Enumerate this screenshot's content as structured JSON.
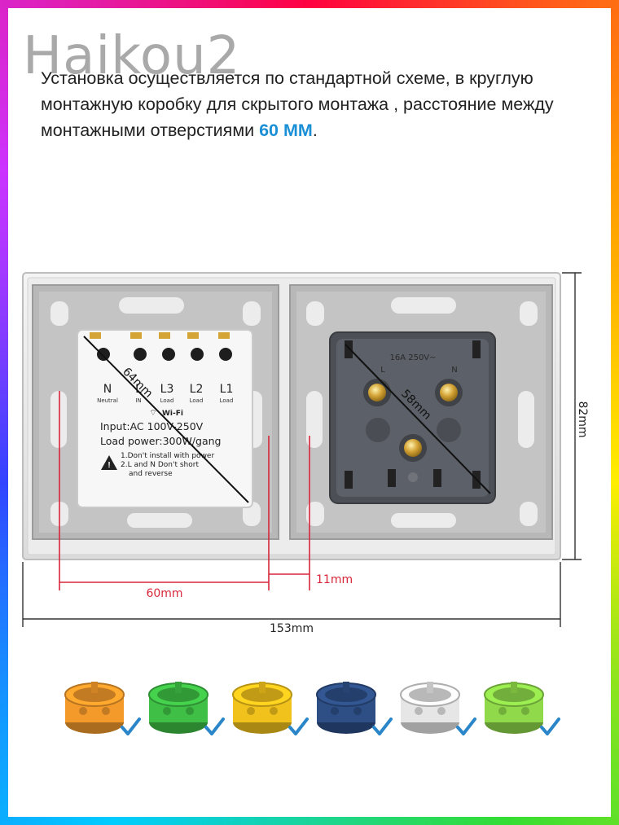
{
  "watermark": "Haikou2",
  "description": {
    "text_before": "Установка осуществляется по стандартной схеме, в круглую монтажную коробку для скрытого монтажа ,  расстояние между монтажными отверстиями ",
    "highlight": "60 MM",
    "text_after": "."
  },
  "dimensions": {
    "diag_switch": "64mm",
    "diag_socket": "58mm",
    "center_distance": "60mm",
    "gap": "11mm",
    "total_width": "153mm",
    "height": "82mm"
  },
  "switch_module": {
    "terminals": [
      {
        "label": "N",
        "sub": "Neutral"
      },
      {
        "label": "L",
        "sub": "IN"
      },
      {
        "label": "L3",
        "sub": "Load"
      },
      {
        "label": "L2",
        "sub": "Load"
      },
      {
        "label": "L1",
        "sub": "Load"
      }
    ],
    "wifi": "Wi-Fi",
    "input": "Input:AC 100V-250V",
    "load_power": "Load power:300W/gang",
    "warning_1": "1.Don't install with power",
    "warning_2": "2.L and N Don't short",
    "warning_3": "and reverse"
  },
  "socket": {
    "rating": "16A 250V~",
    "pin_l": "L",
    "pin_n": "N"
  },
  "boxes": [
    {
      "color": "#f39a2b"
    },
    {
      "color": "#3fbf45"
    },
    {
      "color": "#f2c21c"
    },
    {
      "color": "#2d4f86"
    },
    {
      "color": "#e6e6e6"
    },
    {
      "color": "#8fd94a"
    }
  ],
  "check_color": "#2a86c8"
}
